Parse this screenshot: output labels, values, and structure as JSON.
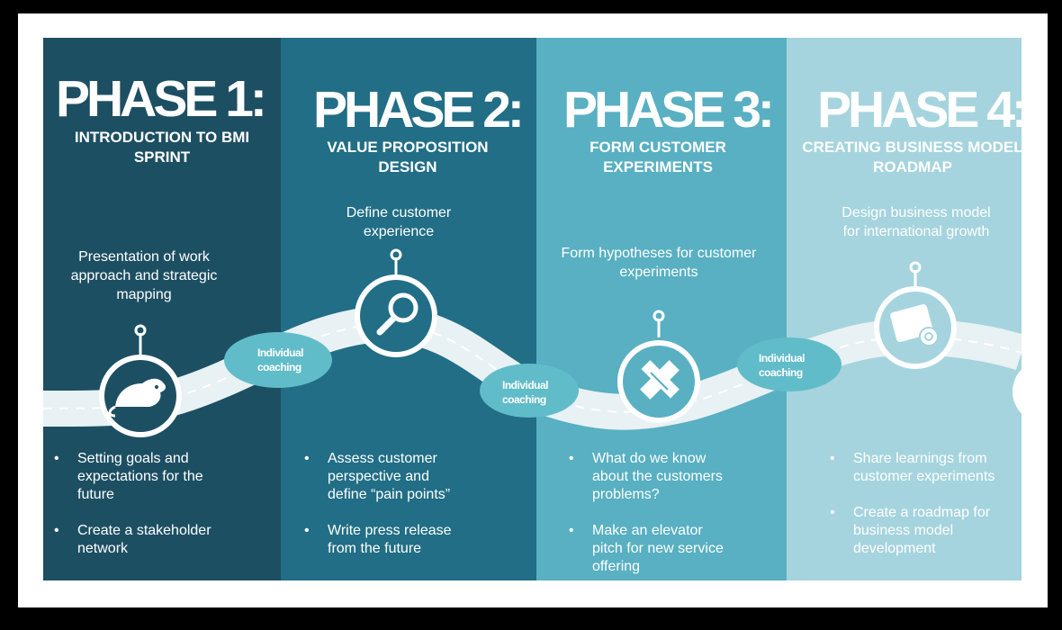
{
  "phases": [
    {
      "title": "PHASE 1:",
      "subtitle_lines": [
        "INTRODUCTION TO BMI",
        "SPRINT"
      ],
      "description_lines": [
        "Presentation of work",
        "approach and strategic",
        "mapping"
      ],
      "bullets": [
        [
          "Setting goals and",
          "expectations for the",
          "future"
        ],
        [
          "Create a stakeholder",
          "network"
        ]
      ],
      "icon": "rat-icon",
      "color": "#1d4f63"
    },
    {
      "title": "PHASE 2:",
      "subtitle_lines": [
        "VALUE PROPOSITION",
        "DESIGN"
      ],
      "description_lines": [
        "Define customer",
        "experience"
      ],
      "bullets": [
        [
          "Assess customer",
          "perspective and",
          "define “pain points”"
        ],
        [
          "Write press release",
          "from the future"
        ]
      ],
      "icon": "magnifying-glass-icon",
      "color": "#216e86"
    },
    {
      "title": "PHASE 3:",
      "subtitle_lines": [
        "FORM CUSTOMER",
        "EXPERIMENTS"
      ],
      "description_lines": [
        "Form hypotheses for customer",
        "experiments"
      ],
      "bullets": [
        [
          "What do we know",
          "about the customers",
          "problems?"
        ],
        [
          "Make an  elevator",
          "pitch for new service",
          "offering"
        ]
      ],
      "icon": "pencil-ruler-icon",
      "color": "#58b0c2"
    },
    {
      "title": "PHASE 4:",
      "subtitle_lines": [
        "CREATING BUSINESS MODEL",
        "ROADMAP"
      ],
      "description_lines": [
        "Design business model",
        "for international growth"
      ],
      "bullets": [
        [
          "Share learnings from",
          "customer experiments"
        ],
        [
          "Create a roadmap for",
          "business model",
          "development"
        ]
      ],
      "icon": "paper-roll-icon",
      "color": "#a5d4de"
    }
  ],
  "coaching": [
    {
      "lines": [
        "Individual",
        "coaching"
      ]
    },
    {
      "lines": [
        "Individual",
        "coaching"
      ]
    },
    {
      "lines": [
        "Individual",
        "coaching"
      ]
    }
  ]
}
